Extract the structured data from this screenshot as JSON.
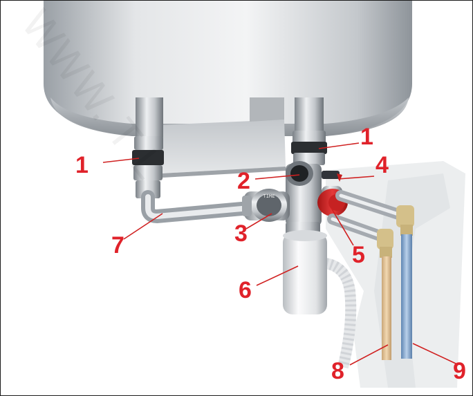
{
  "labels": {
    "c1_left": "1",
    "c1_right": "1",
    "c2": "2",
    "c3": "3",
    "c4": "4",
    "c5": "5",
    "c6": "6",
    "c7": "7",
    "c8": "8",
    "c9": "9"
  },
  "valve_text": "TIME",
  "watermark": "WWW. T L",
  "colors": {
    "label": "#e0222a",
    "hot_pipe": "#e7c79a",
    "cold_pipe": "#8aaed6",
    "valve_cap": "#d62a2a",
    "metal": "#b8bcc0",
    "tank": "#d9dcdf"
  }
}
